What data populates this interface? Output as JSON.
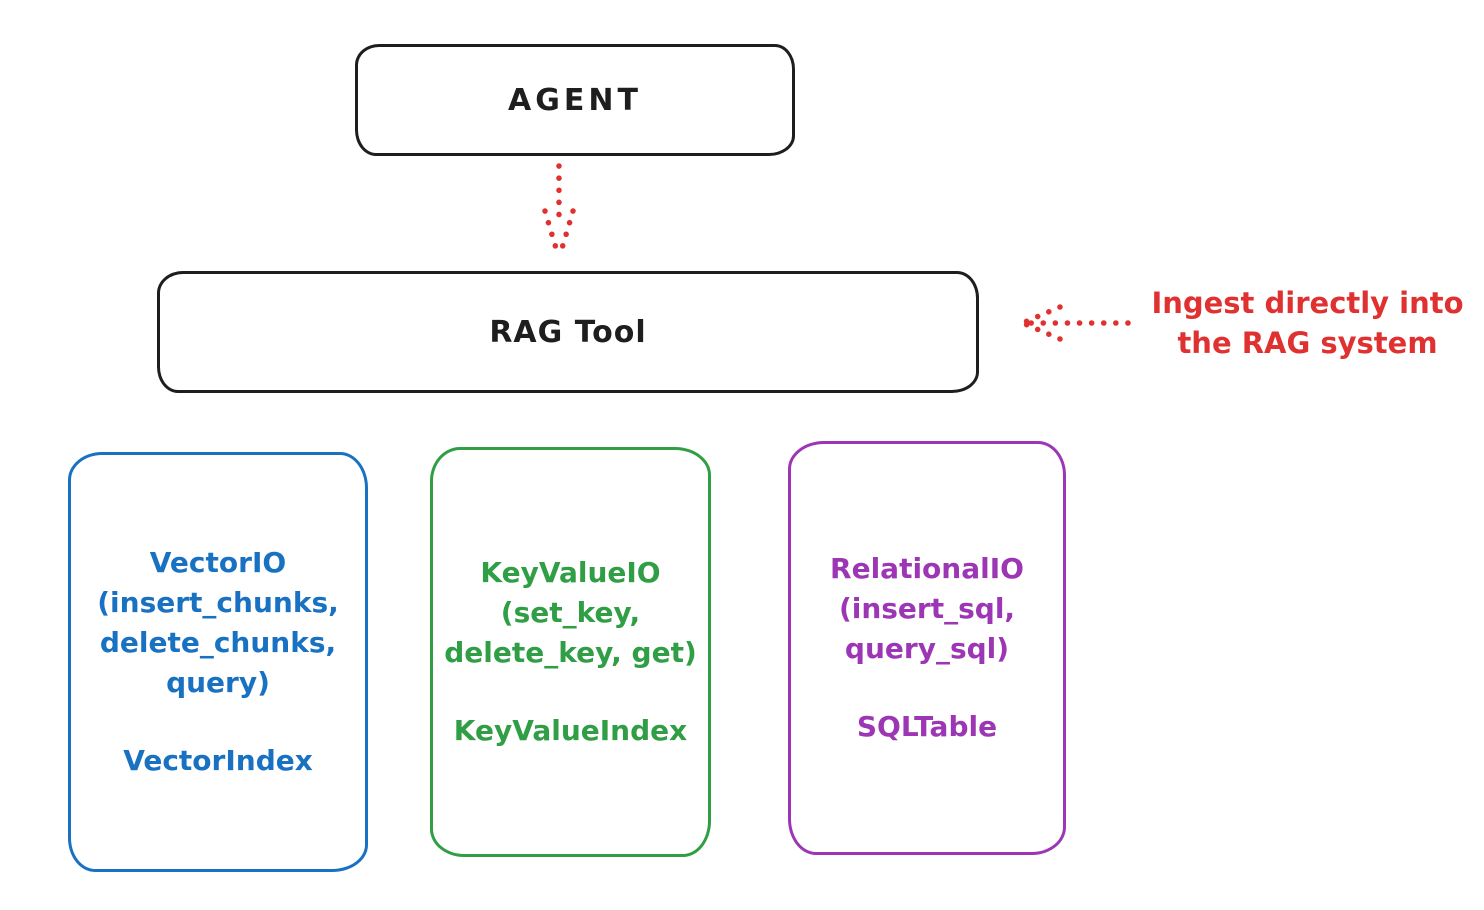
{
  "diagram": {
    "background": "#ffffff",
    "colors": {
      "stroke_black": "#1e1e1e",
      "accent_red": "#e03131",
      "accent_blue": "#1971c2",
      "accent_green": "#2f9e44",
      "accent_purple": "#9c36b5"
    },
    "nodes": {
      "agent": {
        "label": "AGENT"
      },
      "rag_tool": {
        "label": "RAG Tool"
      },
      "vector": {
        "lines": [
          "VectorIO",
          "(insert_chunks,",
          "delete_chunks,",
          "query)"
        ],
        "footer": "VectorIndex"
      },
      "keyvalue": {
        "lines": [
          "KeyValueIO",
          "(set_key,",
          "delete_key, get)"
        ],
        "footer": "KeyValueIndex"
      },
      "relational": {
        "lines": [
          "RelationalIO",
          "(insert_sql,",
          "query_sql)"
        ],
        "footer": "SQLTable"
      }
    },
    "annotation": {
      "lines": [
        "Ingest directly into",
        "the RAG system"
      ]
    }
  }
}
